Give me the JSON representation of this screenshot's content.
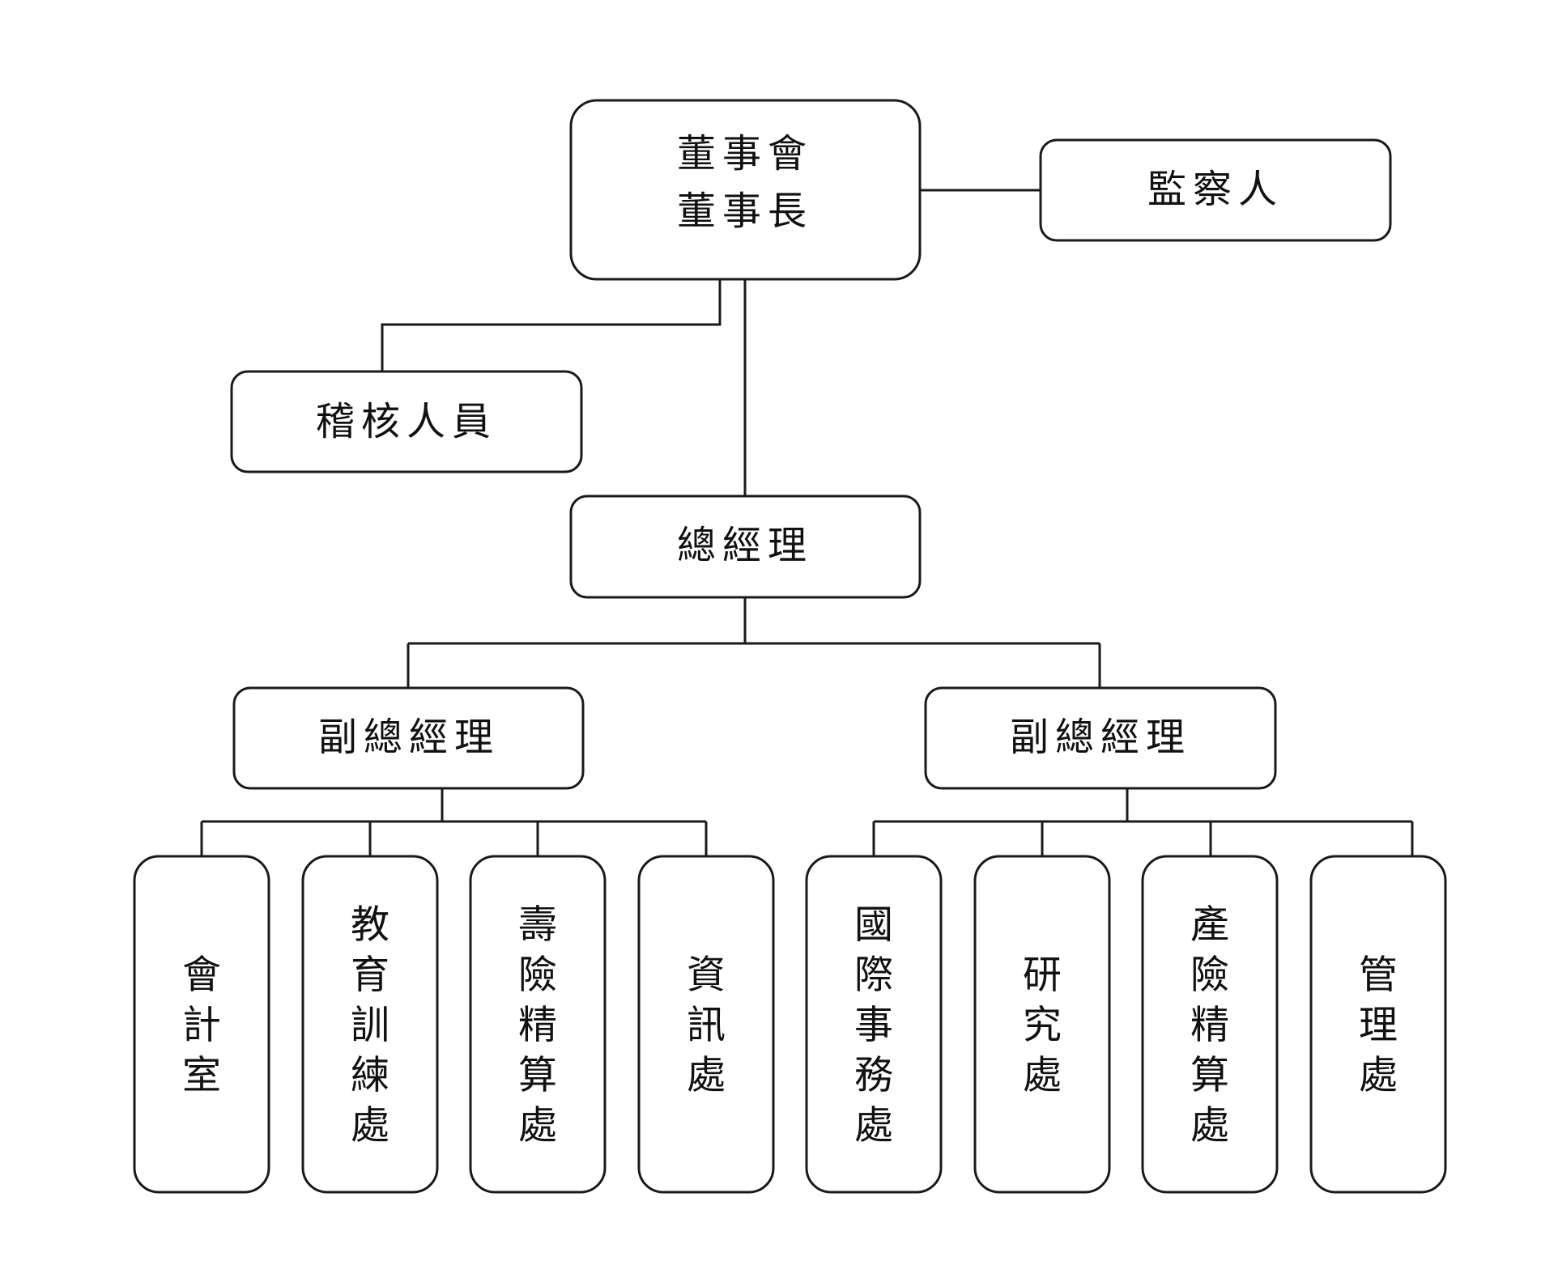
{
  "org_chart": {
    "board": {
      "line1": "董事會",
      "line2": "董事長"
    },
    "supervisor": "監察人",
    "auditor": "稽核人員",
    "president": "總經理",
    "vp_left": "副總經理",
    "vp_right": "副總經理",
    "departments_left": [
      "會計室",
      "教育訓練處",
      "壽險精算處",
      "資訊處"
    ],
    "departments_right": [
      "國際事務處",
      "研究處",
      "產險精算處",
      "管理處"
    ]
  }
}
